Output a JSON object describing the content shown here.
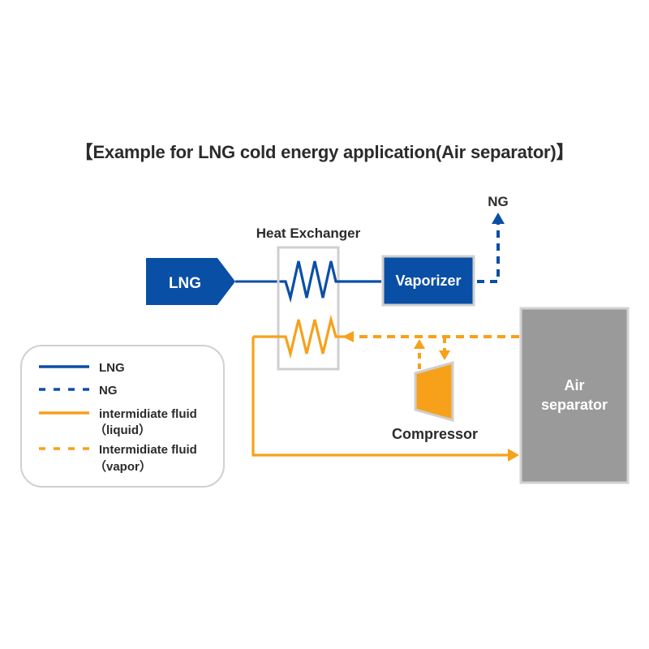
{
  "title": "【Example for LNG cold energy application(Air separator)】",
  "colors": {
    "lng_blue": "#0a4fa6",
    "fluid_orange": "#f7a11a",
    "box_border": "#cfcfcf",
    "air_separator_fill": "#9a9a9a",
    "text_dark": "#2b2b2b",
    "text_white": "#ffffff"
  },
  "nodes": {
    "lng_source": {
      "label": "LNG"
    },
    "heat_exchanger": {
      "label": "Heat Exchanger"
    },
    "vaporizer": {
      "label": "Vaporizer"
    },
    "ng_output": {
      "label": "NG"
    },
    "compressor": {
      "label": "Compressor"
    },
    "air_separator": {
      "label_line1": "Air",
      "label_line2": "separator"
    }
  },
  "legend": {
    "items": [
      {
        "label": "LNG",
        "style": "solid",
        "color": "lng_blue"
      },
      {
        "label": "NG",
        "style": "dashed",
        "color": "lng_blue"
      },
      {
        "label": "intermidiate fluid",
        "sub": "（liquid）",
        "style": "solid",
        "color": "fluid_orange"
      },
      {
        "label": "Intermidiate fluid",
        "sub": "（vapor）",
        "style": "dashed",
        "color": "fluid_orange"
      }
    ]
  }
}
